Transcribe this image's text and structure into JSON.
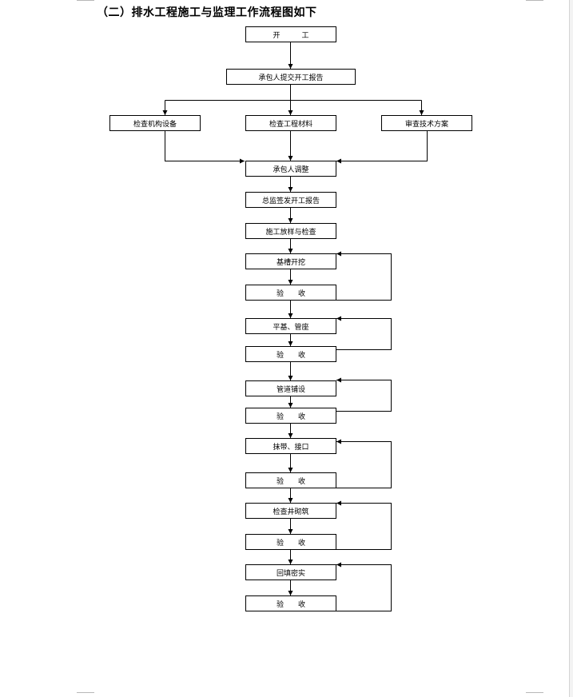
{
  "title": "（二）排水工程施工与监理工作流程图如下",
  "steps": {
    "start": "开　　　工",
    "report": "承包人提交开工报告",
    "check_equipment": "检查机构设备",
    "check_materials": "检查工程材料",
    "review_plan": "审查技术方案",
    "contractor_adjust": "承包人调整",
    "director_issue": "总监签发开工报告",
    "layout_check": "施工放样与检查",
    "trench_excavation": "基槽开挖",
    "accept_1": "验　　收",
    "base_pipe": "平基、管座",
    "accept_2": "验　　收",
    "pipe_laying": "管道铺设",
    "accept_3": "验　　收",
    "band_joint": "抹带、接口",
    "accept_4": "验　　收",
    "well_masonry": "检查井砌筑",
    "accept_5": "验　　收",
    "backfill_compact": "回填密实",
    "accept_6": "验　　收"
  }
}
